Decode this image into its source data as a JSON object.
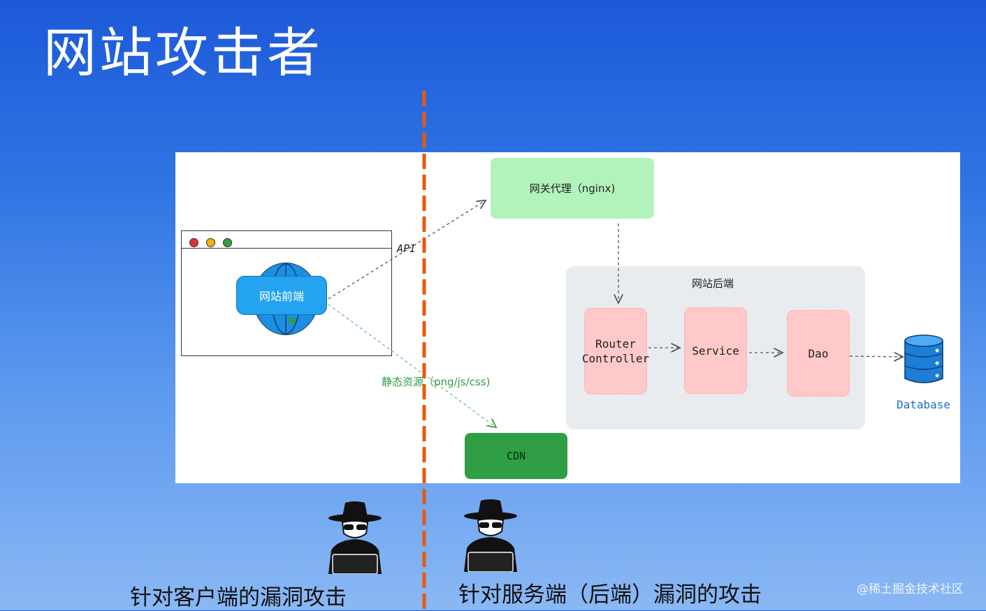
{
  "slide": {
    "title": "网站攻击者"
  },
  "diagram": {
    "frontend_label": "网站前端",
    "gateway_label": "网关代理（nginx)",
    "backend_group_label": "网站后端",
    "router_label": "Router Controller",
    "service_label": "Service",
    "dao_label": "Dao",
    "database_label": "Database",
    "cdn_label": "CDN",
    "api_label": "API",
    "static_label": "静态资源（png/js/css)"
  },
  "captions": {
    "client_side": "针对客户端的漏洞攻击",
    "server_side": "针对服务端（后端）漏洞的攻击"
  },
  "watermark": "@稀土掘金技术社区",
  "colors": {
    "divider": "#e8590c",
    "gateway": "#b2f2bb",
    "backend_node": "#ffc9c9",
    "cdn": "#2f9e44",
    "frontend": "#23a3f0",
    "database": "#1971c2"
  }
}
